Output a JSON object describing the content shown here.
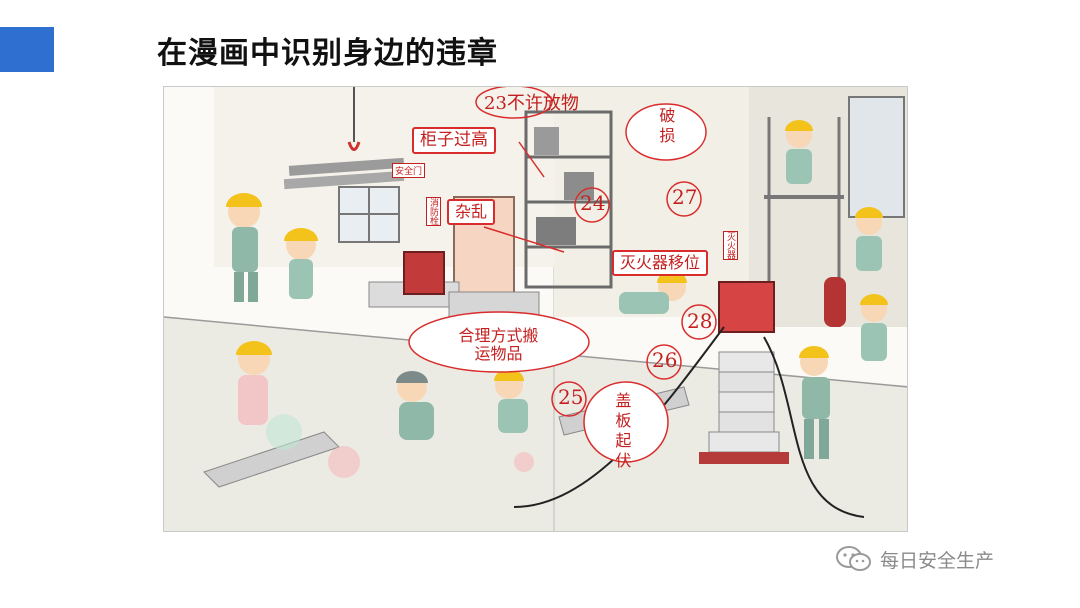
{
  "slide": {
    "title": "在漫画中识别身边的违章",
    "accent_color": "#2f6fd0"
  },
  "comic": {
    "labels": {
      "no_stacking": "23不许放物",
      "cabinet_too_high": "柜子过高",
      "messy": "杂乱",
      "damaged": "破损",
      "extinguisher_moved": "灭火器移位",
      "carry_properly_line1": "合理方式搬",
      "carry_properly_line2": "运物品",
      "cover_raised": "盖板起伏",
      "n24": "24",
      "n25": "25",
      "n26": "26",
      "n27": "27",
      "n28": "28"
    },
    "signs": {
      "exit_sign": "安全门",
      "fire_sign": "消防栓",
      "extinguisher_sign": "灭火器"
    },
    "annotation_color": "#d92c2c"
  },
  "watermark": {
    "text": "每日安全生产",
    "icon": "wechat-icon"
  }
}
